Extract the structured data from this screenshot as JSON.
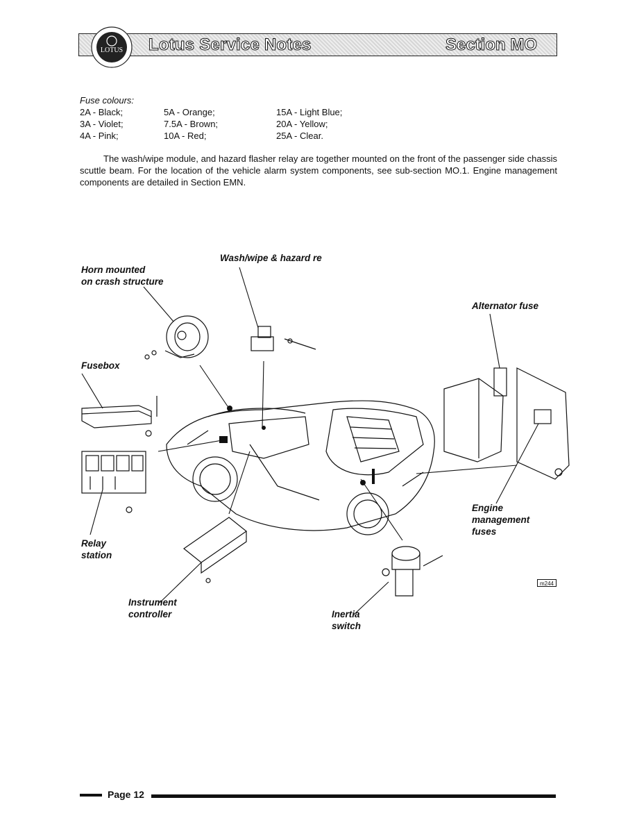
{
  "header": {
    "title": "Lotus Service Notes",
    "section": "Section MO",
    "logo_text": "LOTUS"
  },
  "fuse_colours": {
    "heading": "Fuse colours:",
    "column1": [
      "2A - Black;",
      "3A - Violet;",
      "4A - Pink;"
    ],
    "column2": [
      "5A - Orange;",
      "7.5A - Brown;",
      "10A - Red;"
    ],
    "column3": [
      "15A - Light Blue;",
      "20A - Yellow;",
      "25A - Clear."
    ]
  },
  "paragraph": "The wash/wipe module, and hazard flasher relay are together mounted on the front of the passenger side chassis scuttle beam. For the location of the vehicle alarm system components, see sub-section MO.1. Engine management components are detailed in Section EMN.",
  "diagram": {
    "labels": {
      "wash_wipe": "Wash/wipe & hazard re",
      "horn_line1": "Horn mounted",
      "horn_line2": "on crash structure",
      "alternator_fuse": "Alternator fuse",
      "fusebox": "Fusebox",
      "engine_line1": "Engine",
      "engine_line2": "management",
      "engine_line3": "fuses",
      "relay_line1": "Relay",
      "relay_line2": "station",
      "instrument_line1": "Instrument",
      "instrument_line2": "controller",
      "inertia_line1": "Inertia",
      "inertia_line2": "switch"
    },
    "ref_code": "m244"
  },
  "footer": {
    "page_label": "Page 12"
  }
}
